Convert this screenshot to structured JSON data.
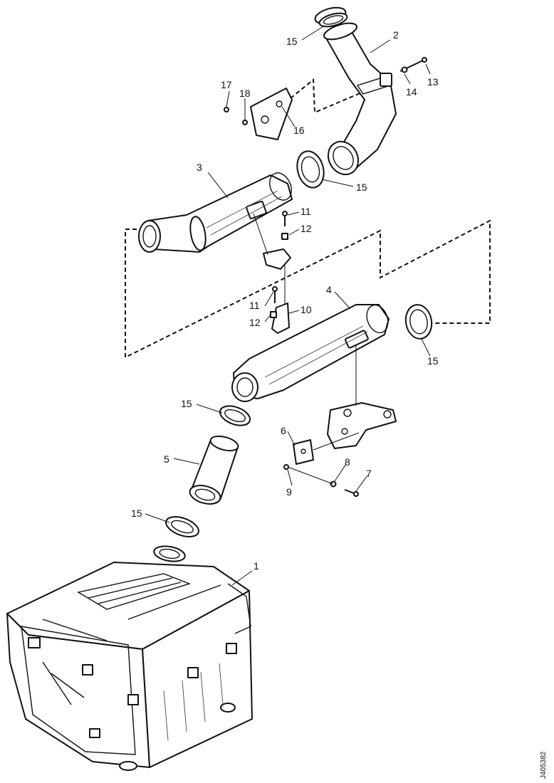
{
  "callouts": {
    "c1": "1",
    "c2": "2",
    "c3": "3",
    "c4": "4",
    "c5": "5",
    "c6": "6",
    "c7": "7",
    "c8": "8",
    "c9": "9",
    "c10": "10",
    "c11a": "11",
    "c11b": "11",
    "c12a": "12",
    "c12b": "12",
    "c13": "13",
    "c14": "14",
    "c15a": "15",
    "c15b": "15",
    "c15c": "15",
    "c15d": "15",
    "c15e": "15",
    "c16": "16",
    "c17": "17",
    "c18": "18"
  },
  "figure_ref": "J405382"
}
